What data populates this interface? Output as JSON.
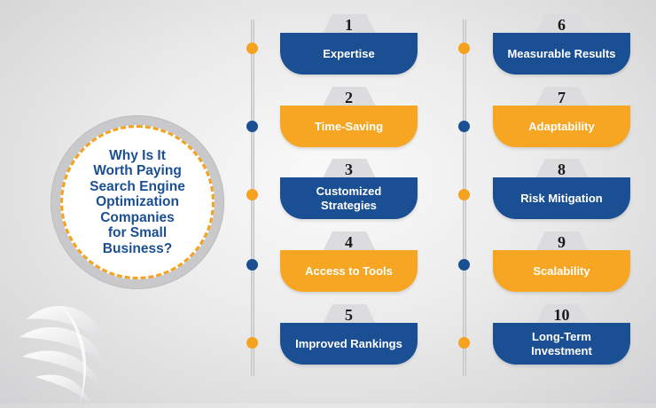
{
  "center": {
    "title": "Why Is It\nWorth Paying\nSearch Engine\nOptimization\nCompanies\nfor Small\nBusiness?"
  },
  "colors": {
    "blue": "#1b4f93",
    "orange": "#f7a623",
    "dashed_ring": "#f5a21f"
  },
  "items": [
    {
      "number": "1",
      "label": "Expertise",
      "color": "blue",
      "dot": "orange"
    },
    {
      "number": "2",
      "label": "Time-Saving",
      "color": "orange",
      "dot": "blue"
    },
    {
      "number": "3",
      "label": "Customized\nStrategies",
      "color": "blue",
      "dot": "orange"
    },
    {
      "number": "4",
      "label": "Access to Tools",
      "color": "orange",
      "dot": "blue"
    },
    {
      "number": "5",
      "label": "Improved Rankings",
      "color": "blue",
      "dot": "orange"
    },
    {
      "number": "6",
      "label": "Measurable Results",
      "color": "blue",
      "dot": "orange"
    },
    {
      "number": "7",
      "label": "Adaptability",
      "color": "orange",
      "dot": "blue"
    },
    {
      "number": "8",
      "label": "Risk Mitigation",
      "color": "blue",
      "dot": "orange"
    },
    {
      "number": "9",
      "label": "Scalability",
      "color": "orange",
      "dot": "blue"
    },
    {
      "number": "10",
      "label": "Long-Term\nInvestment",
      "color": "blue",
      "dot": "orange"
    }
  ],
  "icons": {
    "logo": "globe-watermark-icon"
  }
}
